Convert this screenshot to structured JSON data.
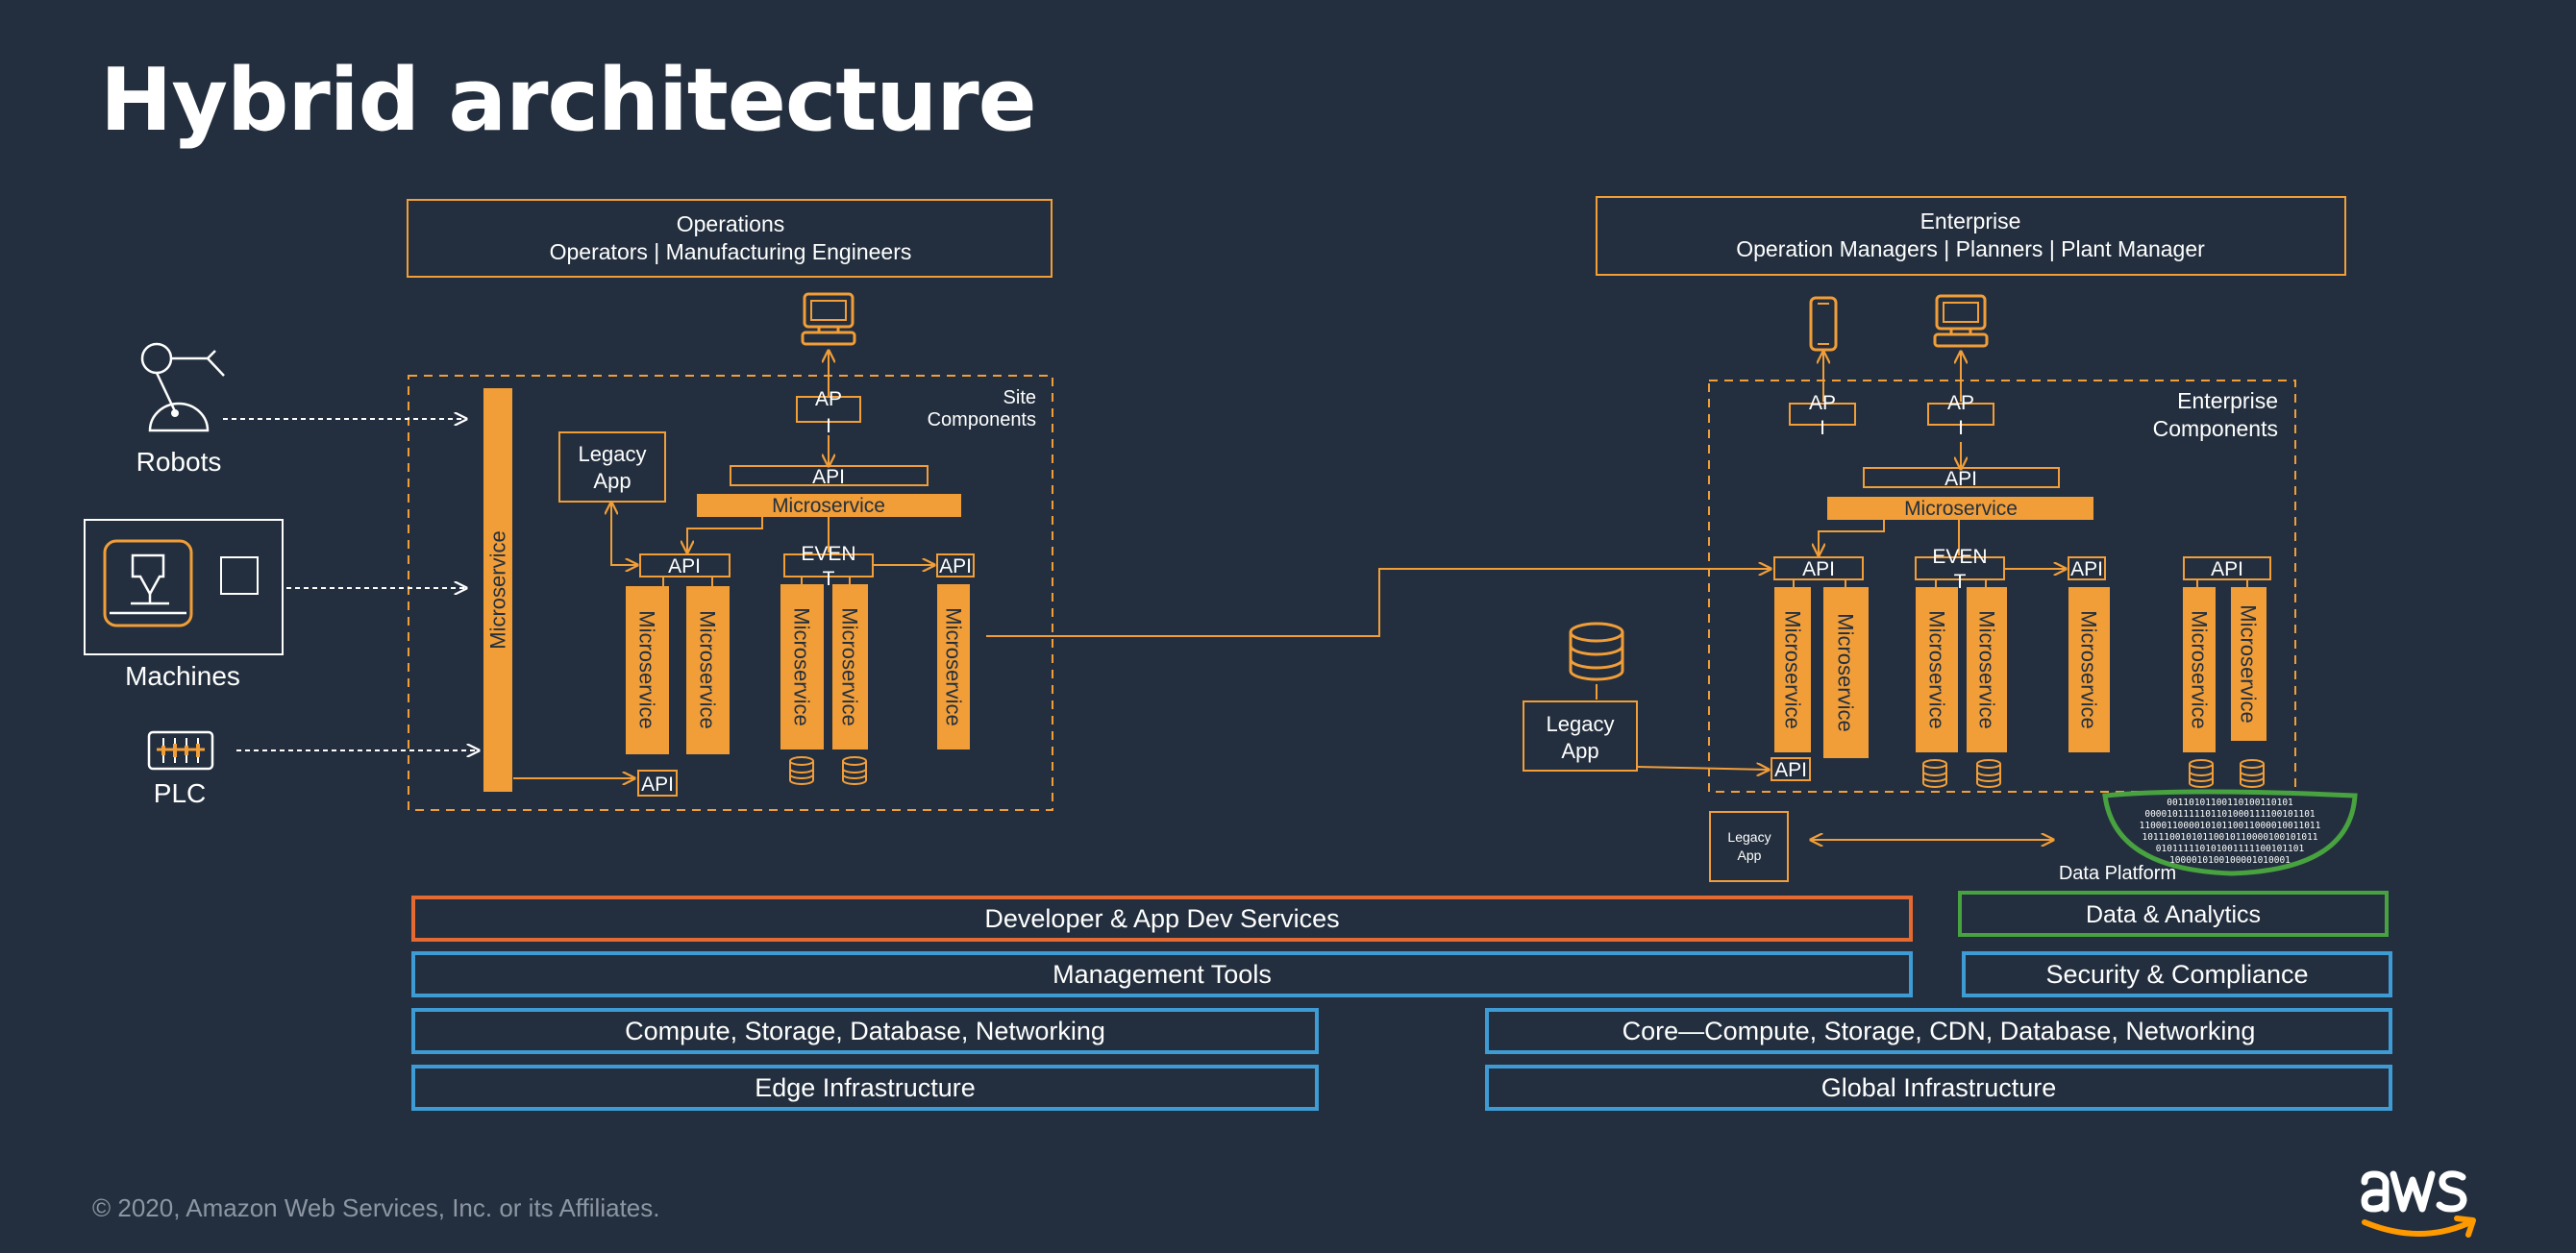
{
  "page": {
    "title": "Hybrid architecture",
    "copyright": "© 2020, Amazon Web Services, Inc. or its Affiliates."
  },
  "colors": {
    "background": "#232f3e",
    "orange": "#f19e39",
    "line": "#ffffff",
    "blue": "#3e9bd3",
    "red_orange": "#e46a32",
    "green": "#48a23f"
  },
  "ops": {
    "title": "Operations",
    "subtitle": "Operators | Manufacturing Engineers"
  },
  "ent": {
    "title": "Enterprise",
    "subtitle": "Operation Managers | Planners | Plant Manager"
  },
  "site": {
    "title1": "Site",
    "title2": "Components"
  },
  "entComp": {
    "title1": "Enterprise",
    "title2": "Components"
  },
  "devices": {
    "robots": "Robots",
    "machines": "Machines",
    "plc": "PLC"
  },
  "labels": {
    "api": "API",
    "microservice": "Microservice",
    "legacy1": "Legacy",
    "legacy2": "App",
    "ap1": "AP",
    "ap2": "I",
    "even1": "EVEN",
    "even2": "T",
    "data_platform": "Data Platform",
    "binary": [
      "00110101100110100110101",
      "0000101111101101000111100101101",
      "110001100001010110011000010011011",
      "10111001010110010110000100101011",
      "010111110101001111100101101",
      "1000010100100001010001"
    ]
  },
  "services": {
    "dev": "Developer & App Dev Services",
    "mgmt": "Management Tools",
    "compute": "Compute, Storage, Database, Networking",
    "edge": "Edge Infrastructure",
    "data": "Data & Analytics",
    "security": "Security & Compliance",
    "core": "Core—Compute, Storage, CDN, Database, Networking",
    "global": "Global Infrastructure"
  }
}
